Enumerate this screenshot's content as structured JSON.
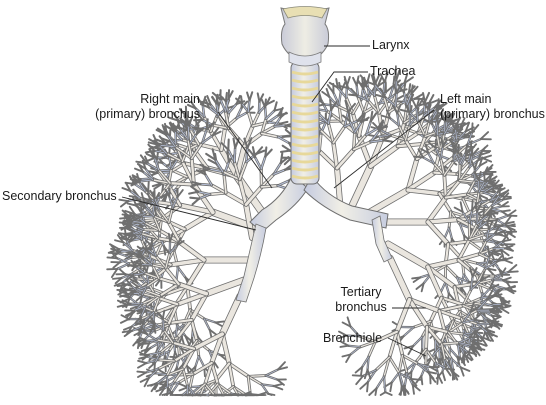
{
  "labels": {
    "larynx": "Larynx",
    "trachea": "Trachea",
    "right_main_line1": "Right main",
    "right_main_line2": "(primary) bronchus",
    "left_main_line1": "Left main",
    "left_main_line2": "(primary) bronchus",
    "secondary": "Secondary bronchus",
    "tertiary_line1": "Tertiary",
    "tertiary_line2": "bronchus",
    "bronchiole": "Bronchiole"
  },
  "colors": {
    "cartilage": "#e8e6d6",
    "cartilage_shade": "#c9cbd8",
    "ring_band": "#e7d89a",
    "mucosa_blue": "#b9c3dc",
    "branch_fill": "#eae6df",
    "branch_outline": "#6f6f6f",
    "leader_line": "#2a2a2a"
  }
}
